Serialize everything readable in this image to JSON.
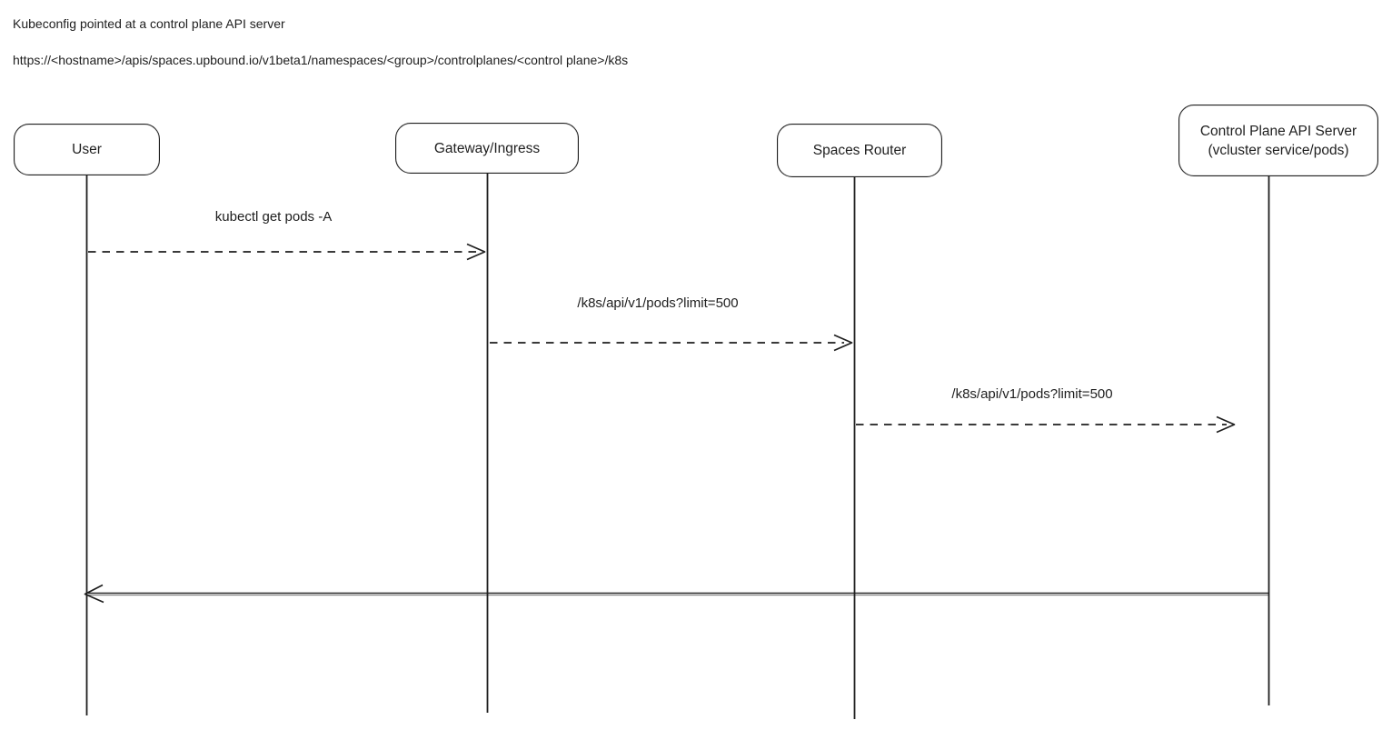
{
  "header": {
    "line1": "Kubeconfig pointed at a control plane API server",
    "line2": "https://<hostname>/apis/spaces.upbound.io/v1beta1/namespaces/<group>/controlplanes/<control plane>/k8s"
  },
  "diagram": {
    "type": "sequence-diagram",
    "actors": [
      {
        "id": "user",
        "label": "User"
      },
      {
        "id": "gateway-ingress",
        "label": "Gateway/Ingress"
      },
      {
        "id": "spaces-router",
        "label": "Spaces Router"
      },
      {
        "id": "control-plane-api-server",
        "label": "Control Plane API Server",
        "sublabel": "(vcluster service/pods)"
      }
    ],
    "messages": [
      {
        "from": "user",
        "to": "gateway-ingress",
        "label": "kubectl get pods -A",
        "line": "dashed",
        "direction": "right"
      },
      {
        "from": "gateway-ingress",
        "to": "spaces-router",
        "label": "/k8s/api/v1/pods?limit=500",
        "line": "dashed",
        "direction": "right"
      },
      {
        "from": "spaces-router",
        "to": "control-plane-api-server",
        "label": "/k8s/api/v1/pods?limit=500",
        "line": "dashed",
        "direction": "right"
      },
      {
        "from": "control-plane-api-server",
        "to": "user",
        "label": "",
        "line": "solid",
        "direction": "left"
      }
    ],
    "colors": {
      "stroke": "#1e1e1e",
      "text": "#1e1e1e",
      "background": "#ffffff"
    }
  }
}
